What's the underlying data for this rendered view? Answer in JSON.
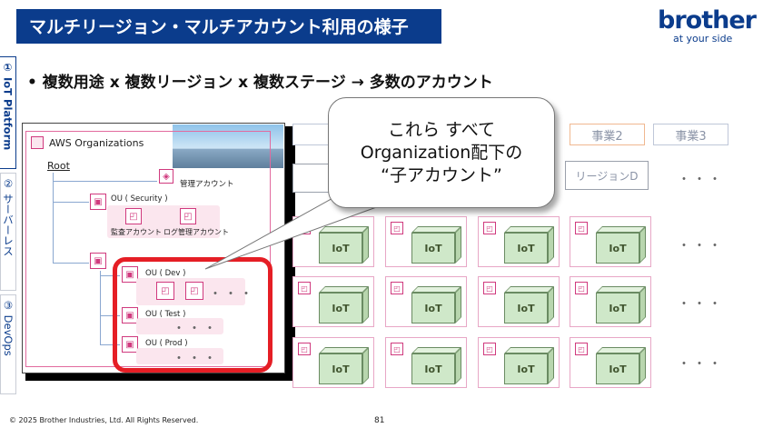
{
  "header": {
    "title": "マルチリージョン・マルチアカウント利用の様子",
    "logo": "brother",
    "tagline": "at your side"
  },
  "side_tabs": [
    "① IoT Platform",
    "② サーバーレス",
    "③ DevOps"
  ],
  "bullet": "• 複数用途 x 複数リージョン x 複数ステージ → 多数のアカウント",
  "org": {
    "title": "AWS Organizations",
    "root": "Root",
    "mgmt_account": "管理アカウント",
    "ou_security": "OU ( Security )",
    "audit_account": "監査アカウント",
    "log_account": "ログ管理アカウント",
    "ou_dev": "OU ( Dev )",
    "ou_test": "OU ( Test )",
    "ou_prod": "OU ( Prod )",
    "dots": "・・・",
    "account_icon": "aws-account-icon"
  },
  "grid": {
    "business_headers": [
      "事業2",
      "事業3"
    ],
    "region_d": "リージョンD",
    "cell_label": "IoT",
    "dots": "・・・"
  },
  "callout": {
    "line1": "これら すべて",
    "line2": "Organization配下の",
    "line3": "“子アカウント”"
  },
  "footer": {
    "copyright": "© 2025 Brother Industries, Ltd. All Rights Reserved.",
    "page": "81"
  },
  "colors": {
    "brand": "#0b3c8c",
    "highlight": "#e51e25",
    "account_pink": "#d03a7e",
    "iot_green": "#cfe8c9"
  }
}
